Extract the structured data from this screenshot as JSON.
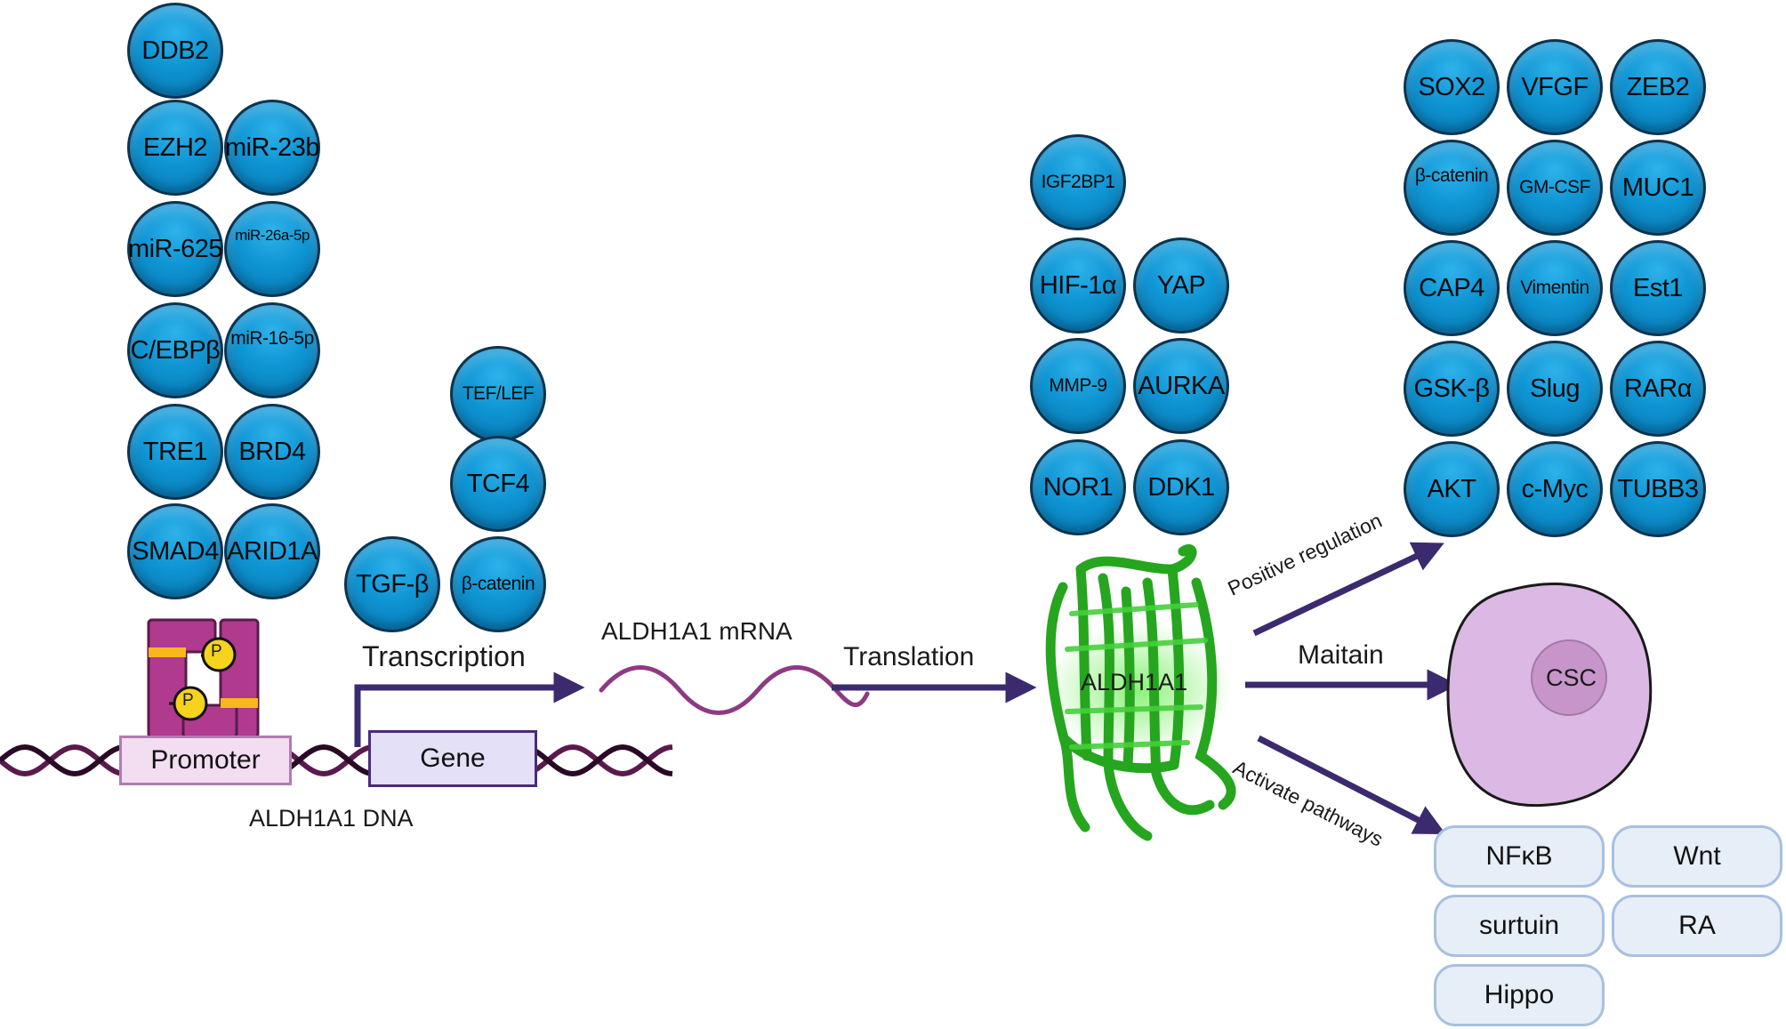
{
  "upstream_regulators": {
    "col1": [
      "DDB2",
      "EZH2",
      "miR-625",
      "C/EBPβ",
      "TRE1",
      "SMAD4"
    ],
    "col2": [
      "miR-23b",
      "miR-26a-5p",
      "miR-16-5p",
      "BRD4",
      "ARID1A"
    ]
  },
  "transcription_factors": [
    "TEF/LEF",
    "TCF4",
    "β-catenin",
    "TGF-β"
  ],
  "dna": {
    "promoter_label": "Promoter",
    "gene_label": "Gene",
    "dna_label": "ALDH1A1 DNA",
    "phospho_label": "P"
  },
  "steps": {
    "transcription": "Transcription",
    "mrna": "ALDH1A1 mRNA",
    "translation": "Translation"
  },
  "protein": {
    "label": "ALDH1A1",
    "modulators": [
      "IGF2BP1",
      "HIF-1α",
      "YAP",
      "MMP-9",
      "AURKA",
      "NOR1",
      "DDK1"
    ]
  },
  "downstream_targets": [
    "SOX2",
    "VFGF",
    "ZEB2",
    "β-catenin",
    "GM-CSF",
    "MUC1",
    "CAP4",
    "Vimentin",
    "Est1",
    "GSK-β",
    "Slug",
    "RARα",
    "AKT",
    "c-Myc",
    "TUBB3"
  ],
  "arrows": {
    "positive": "Positive regulation",
    "maintain": "Maitain",
    "activate": "Activate pathways"
  },
  "cell": {
    "label": "CSC"
  },
  "pathways": [
    "NFκB",
    "Wnt",
    "surtuin",
    "RA",
    "Hippo"
  ],
  "colors": {
    "molecule_blue": "#0f95d4",
    "arrow": "#3c2a6e",
    "dna_strand": "#5a1a4c",
    "mrna": "#8e3a82",
    "promoter_fill": "#f3ddf1",
    "gene_fill": "#e4e0f7",
    "protein_green": "#2fb52a",
    "cell_fill": "#dcb8e4",
    "nucleus_fill": "#c795c9",
    "pathway_fill": "#e6eef8"
  }
}
